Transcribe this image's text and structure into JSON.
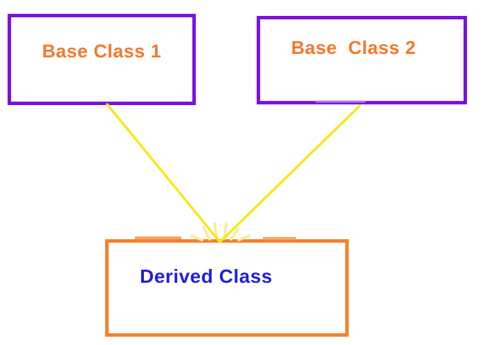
{
  "diagram": {
    "background_color": "#ffffff",
    "base_box_border_color": "#7911e4",
    "derived_box_border_color": "#f5812f",
    "base_label_color": "#f5782a",
    "derived_label_color": "#1f1fe0",
    "connector_color": "#f7e816",
    "burst_color": "#f6eca8",
    "artifact_light_orange": "#f9a45b",
    "artifact_light_purple": "#ae76e3",
    "boxes": [
      {
        "id": "base-class-1",
        "label": "Base Class 1"
      },
      {
        "id": "base-class-2",
        "label": "Base  Class 2"
      },
      {
        "id": "derived-class",
        "label": "Derived Class"
      }
    ]
  }
}
